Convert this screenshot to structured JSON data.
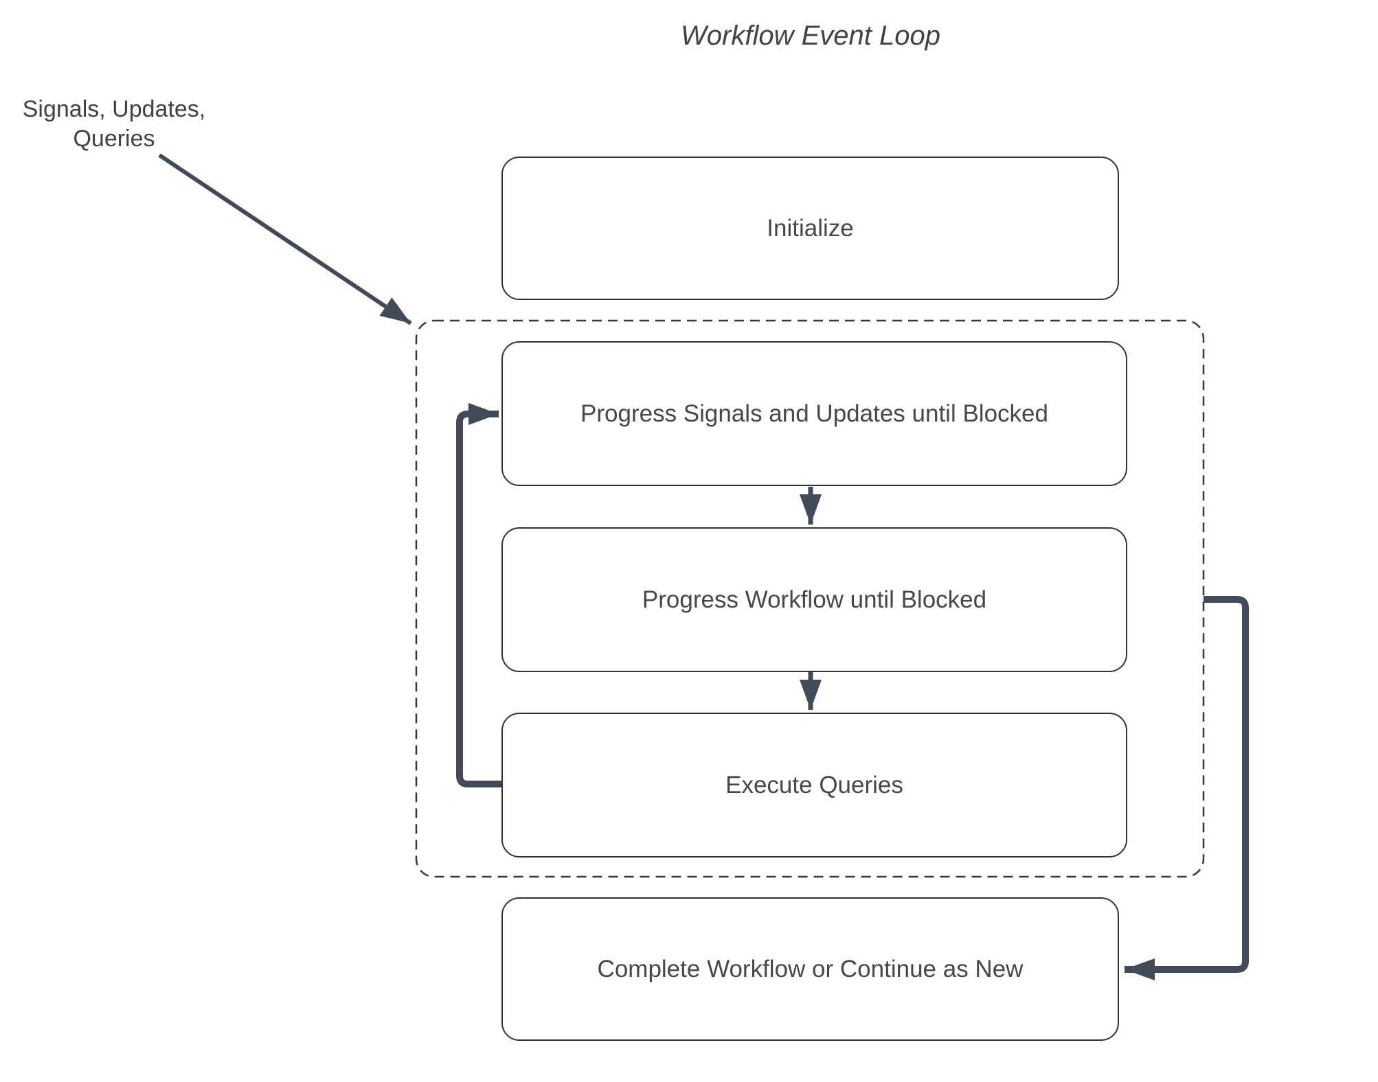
{
  "diagram": {
    "title": "Workflow Event Loop",
    "external_label": {
      "line1": "Signals, Updates,",
      "line2": "Queries"
    },
    "nodes": [
      {
        "id": "initialize",
        "label": "Initialize"
      },
      {
        "id": "progress-signals",
        "label": "Progress Signals and Updates until Blocked"
      },
      {
        "id": "progress-workflow",
        "label": "Progress Workflow until Blocked"
      },
      {
        "id": "execute-queries",
        "label": "Execute Queries"
      },
      {
        "id": "complete-workflow",
        "label": "Complete Workflow or Continue as New"
      }
    ],
    "edges": [
      {
        "from": "external-signals-updates-queries",
        "to": "event-loop-group"
      },
      {
        "from": "progress-signals",
        "to": "progress-workflow"
      },
      {
        "from": "progress-workflow",
        "to": "execute-queries"
      },
      {
        "from": "execute-queries",
        "to": "progress-signals"
      },
      {
        "from": "event-loop-group",
        "to": "complete-workflow"
      }
    ],
    "colors": {
      "background": "#ffffff",
      "node_border": "#303336",
      "dashed_border": "#35383c",
      "arrow": "#414a56",
      "text": "#44484e"
    }
  }
}
